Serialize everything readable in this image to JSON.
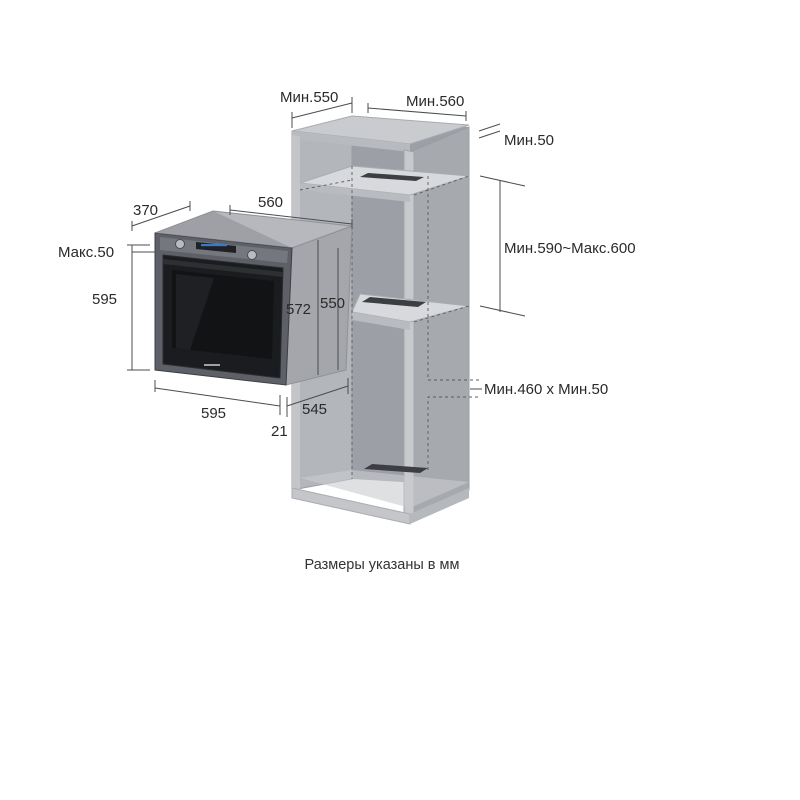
{
  "labels": {
    "cab_width_min": "Мин.550",
    "cab_depth_min": "Мин.560",
    "back_gap_min": "Мин.50",
    "niche_height": "Мин.590~Макс.600",
    "vent_opening": "Мин.460 x Мин.50",
    "oven_depth_370": "370",
    "oven_depth_560": "560",
    "top_gap_max": "Макс.50",
    "oven_height": "595",
    "body_height_572": "572",
    "body_height_550": "550",
    "oven_width": "595",
    "body_width": "545",
    "front_offset": "21"
  },
  "caption": "Размеры указаны в мм",
  "colors": {
    "cabinet_side": "#a9acb2",
    "cabinet_inner": "#8f9298",
    "shelf_top": "#d3d5d9",
    "oven_door": "#1b1c1f",
    "oven_frame": "#5e6067",
    "oven_body": "#a4a6ab"
  }
}
